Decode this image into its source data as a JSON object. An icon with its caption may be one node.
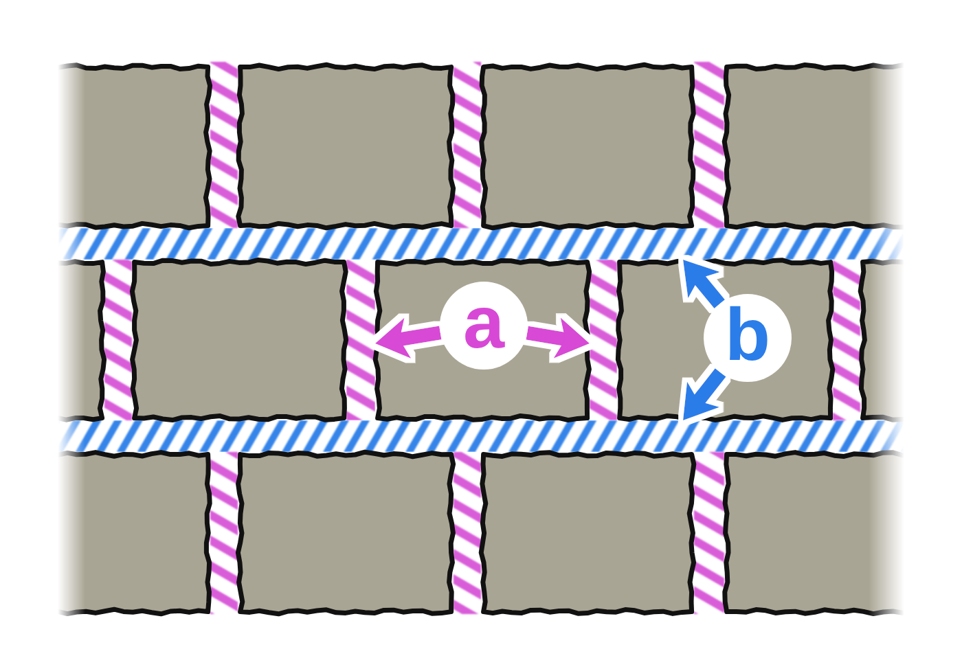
{
  "diagram": {
    "nodes": [
      {
        "text": [
          "a"
        ]
      },
      {
        "text": [
          "b"
        ]
      },
      {
        "text": [],
        "shape": "bar"
      },
      {
        "text": [],
        "shape": "bar"
      },
      {
        "text": [],
        "shape": "bar"
      },
      {
        "text": [],
        "shape": "bar"
      }
    ],
    "edges": [
      {
        "from": 0,
        "to": 2,
        "arrow": "to",
        "color": "#d848d6"
      },
      {
        "from": 0,
        "to": 3,
        "arrow": "to",
        "color": "#d848d6"
      },
      {
        "from": 1,
        "to": 4,
        "arrow": "to",
        "color": "#2b7de9"
      },
      {
        "from": 1,
        "to": 5,
        "arrow": "to",
        "color": "#2b7de9"
      }
    ]
  }
}
